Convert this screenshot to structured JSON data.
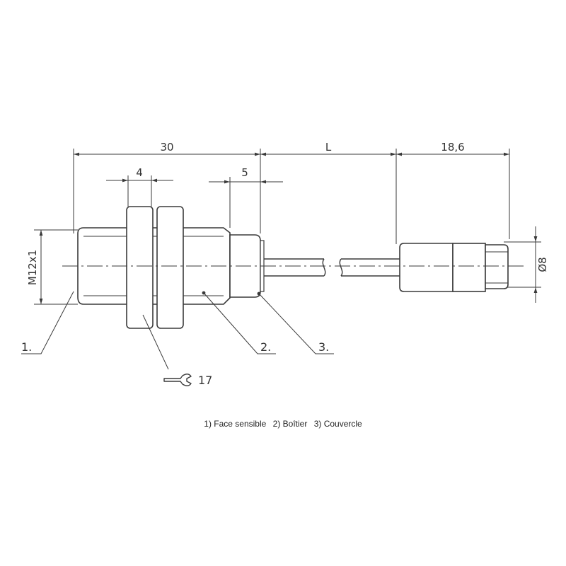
{
  "dimensions": {
    "overall_length": "30",
    "cable_length": "L",
    "connector_length": "18,6",
    "nut_width": "4",
    "cover_length": "5",
    "thread": "M12x1",
    "connector_diameter": "Ø8"
  },
  "callouts": {
    "face": "1.",
    "housing": "2.",
    "cover": "3."
  },
  "wrench": {
    "icon": "wrench-icon",
    "size": "17"
  },
  "legend": {
    "items": [
      "1) Face sensible",
      "2) Boîtier",
      "3) Couvercle"
    ]
  },
  "colors": {
    "line": "#3a3a3a",
    "background": "#ffffff"
  }
}
